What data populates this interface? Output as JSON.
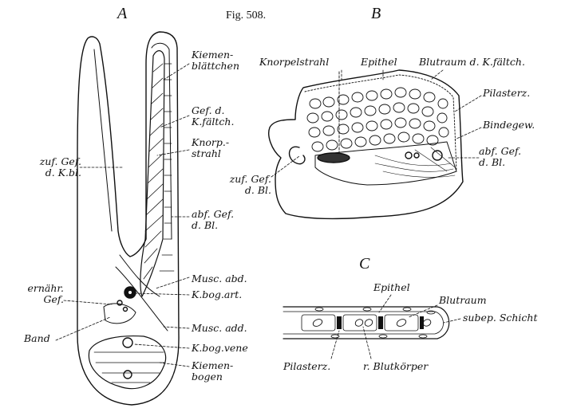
{
  "figure": {
    "title": "Fig. 508.",
    "panels": {
      "a": "A",
      "b": "B",
      "c": "C"
    }
  },
  "labels_a": {
    "kiemenblaettchen": [
      "Kiemen-",
      "blättchen"
    ],
    "gef_kfaeltch": [
      "Gef. d.",
      "K.fältch."
    ],
    "knorpstrahl": [
      "Knorp.-",
      "strahl"
    ],
    "zuf_gef_kbl": [
      "zuf. Gef.",
      "d. K.bl."
    ],
    "abf_gef_bl": [
      "abf. Gef.",
      "d. Bl."
    ],
    "musc_abd": "Musc. abd.",
    "ernaehr_gef": [
      "ernähr.",
      "Gef."
    ],
    "kbog_art": "K.bog.art.",
    "band": "Band",
    "musc_add": "Musc. add.",
    "kbog_vene": "K.bog.vene",
    "kiemenbogen": [
      "Kiemen-",
      "bogen"
    ]
  },
  "labels_b": {
    "knorpelstrahl": "Knorpelstrahl",
    "epithel": "Epithel",
    "blutraum": "Blutraum d. K.fältch.",
    "pilasterz": "Pilasterz.",
    "bindegew": "Bindegew.",
    "abf_gef_bl": [
      "abf. Gef.",
      "d. Bl."
    ],
    "zuf_gef_bl": [
      "zuf. Gef.",
      "d. Bl."
    ]
  },
  "labels_c": {
    "epithel": "Epithel",
    "blutraum": "Blutraum",
    "subep": "subep. Schicht",
    "pilasterz": "Pilasterz.",
    "blutkoerper": "r. Blutkörper"
  }
}
